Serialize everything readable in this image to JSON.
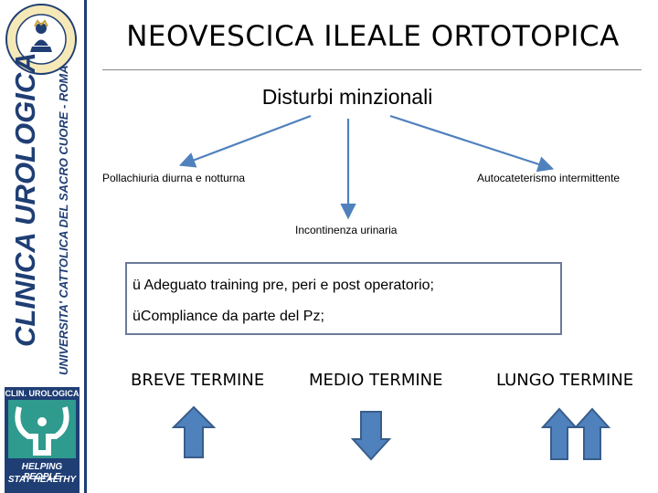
{
  "slide": {
    "title": "NEOVESCICA ILEALE ORTOTOPICA",
    "subtitle": "Disturbi minzionali",
    "branches": {
      "left": "Pollachiuria diurna e notturna",
      "right": "Autocateterismo intermittente",
      "middle": "Incontinenza urinaria"
    },
    "box_lines": [
      "ü Adeguato training pre, peri e post operatorio;",
      "üCompliance da parte del Pz;"
    ],
    "terms": [
      {
        "label": "BREVE TERMINE",
        "arrow": "up"
      },
      {
        "label": "MEDIO TERMINE",
        "arrow": "down"
      },
      {
        "label": "LUNGO  TERMINE",
        "arrow": "up-double"
      }
    ]
  },
  "sidebar": {
    "vertical_main": "CLINICA UROLOGICA",
    "vertical_sub": "UNIVERSITA' CATTOLICA DEL SACRO CUORE - ROMA",
    "badge_title": "CLIN. UROLOGICA",
    "badge_line1": "HELPING PEOPLE",
    "badge_line2": "STAY HEALTHY"
  },
  "colors": {
    "brand_blue": "#1f3e74",
    "arrow_blue": "#4f81bd",
    "arrow_outline": "#385d8a",
    "badge_green": "#2f9a8e"
  }
}
